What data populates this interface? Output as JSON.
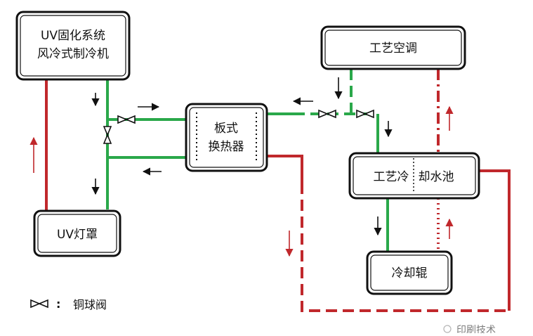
{
  "boxes": {
    "uv_system": {
      "line1": "UV固化系统",
      "line2": "风冷式制冷机"
    },
    "uv_lamp": {
      "label": "UV灯罩"
    },
    "plate_hx": {
      "line1": "板式",
      "line2": "换热器"
    },
    "process_ac": {
      "label": "工艺空调"
    },
    "cooling_pool": {
      "left": "工艺冷",
      "right": "却水池"
    },
    "chill_roll": {
      "label": "冷却辊"
    }
  },
  "legend": {
    "symbol": "⋈",
    "separator": ":",
    "label": "铜球阀"
  },
  "watermark": "印刷技术",
  "colors": {
    "green": "#2aa84a",
    "red": "#c0282c",
    "black": "#111111"
  }
}
